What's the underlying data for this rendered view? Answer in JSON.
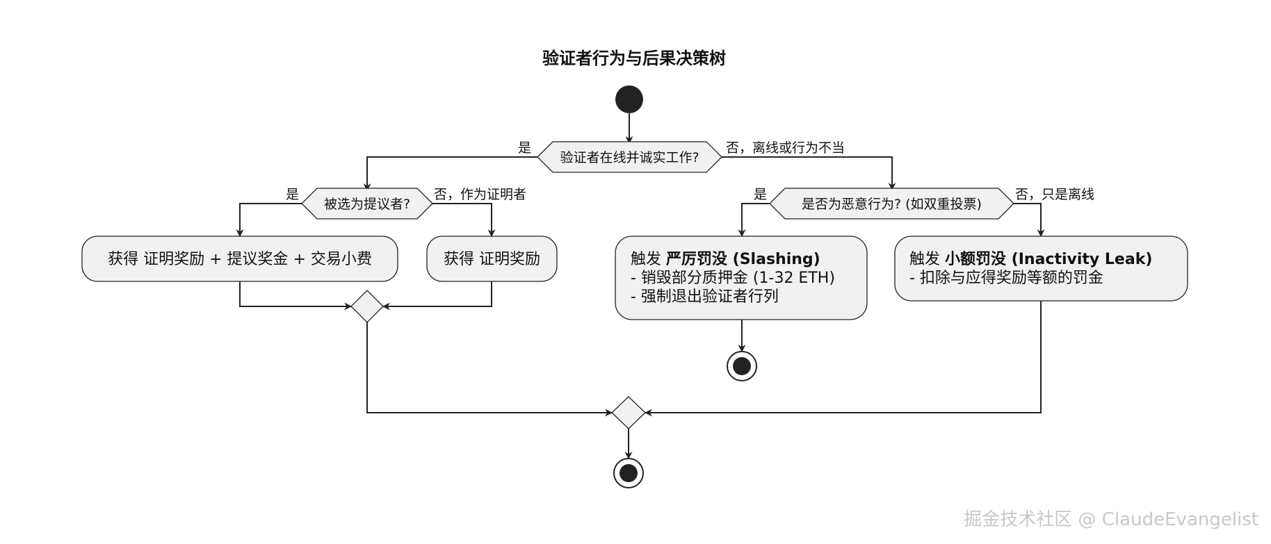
{
  "title": "验证者行为与后果决策树",
  "decisions": {
    "online": {
      "text": "验证者在线并诚实工作?",
      "yes": "是",
      "no": "否，离线或行为不当"
    },
    "proposer": {
      "text": "被选为提议者?",
      "yes": "是",
      "no": "否，作为证明者"
    },
    "malicious": {
      "text": "是否为恶意行为? (如双重投票)",
      "yes": "是",
      "no": "否，只是离线"
    }
  },
  "actions": {
    "proposer_reward": {
      "prefix": "获得 ",
      "text": "证明奖励 + 提议奖金 + 交易小费"
    },
    "attester_reward": {
      "prefix": "获得 ",
      "text": "证明奖励"
    },
    "slashing": {
      "prefix": "触发 ",
      "bold": "严厉罚没 (Slashing)",
      "line2": "- 销毁部分质押金 (1-32 ETH)",
      "line3": "- 强制退出验证者行列"
    },
    "inactivity": {
      "prefix": "触发 ",
      "bold": "小额罚没 (Inactivity Leak)",
      "line2": "- 扣除与应得奖励等额的罚金"
    }
  },
  "watermark": "掘金技术社区 @ ClaudeEvangelist"
}
